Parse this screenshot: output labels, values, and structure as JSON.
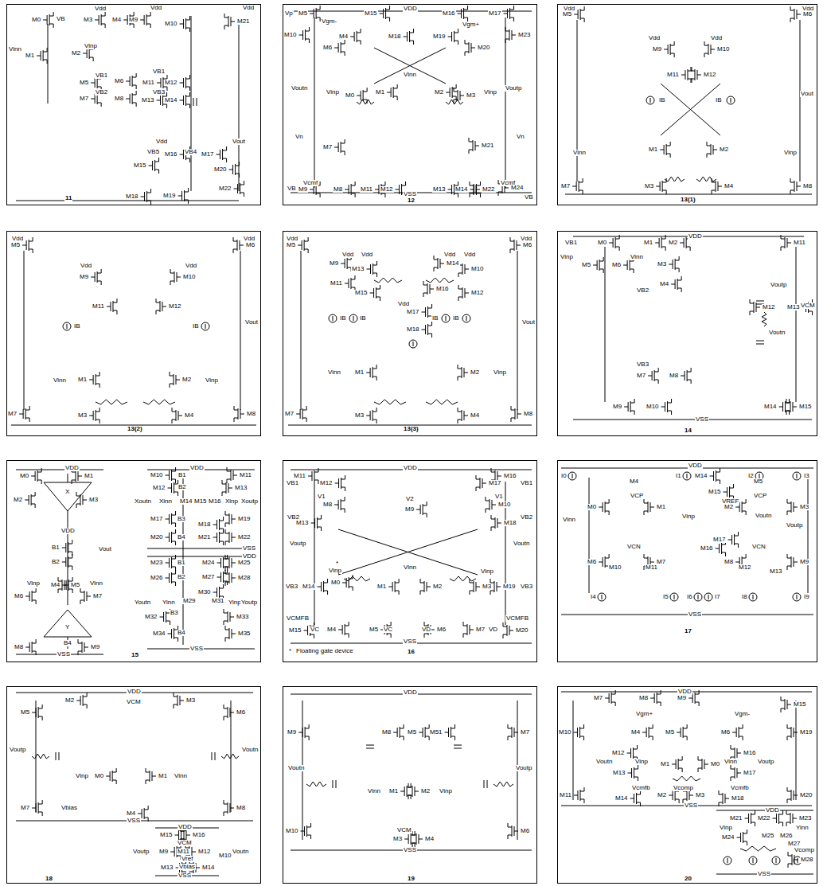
{
  "diagram": {
    "nodes": [
      {
        "text": [
          "11"
        ]
      },
      {
        "text": [
          "12"
        ]
      },
      {
        "text": [
          "13(1)"
        ]
      },
      {
        "text": [
          "13(2)"
        ]
      },
      {
        "text": [
          "13(3)"
        ]
      },
      {
        "text": [
          "14"
        ]
      },
      {
        "text": [
          "15"
        ]
      },
      {
        "text": [
          "16"
        ]
      },
      {
        "text": [
          "17"
        ]
      },
      {
        "text": [
          "18"
        ]
      },
      {
        "text": [
          "19"
        ]
      },
      {
        "text": [
          "20"
        ]
      }
    ],
    "labels": [
      "Vdd",
      "M0",
      "VB",
      "M3",
      "M4",
      "Vdd",
      "M9",
      "M10",
      "Vdd",
      "M21",
      "Vinn",
      "M1",
      "M2",
      "Vinp",
      "M5",
      "VB1",
      "M6",
      "M7",
      "VB2",
      "M8",
      "M11",
      "VB1",
      "M12",
      "M13",
      "VB3",
      "M14",
      "Vout",
      "Vdd",
      "VB5",
      "M16",
      "VB4",
      "M17",
      "M15",
      "M20",
      "M22",
      "M18",
      "M19",
      "VDD",
      "Vp",
      "M5",
      "Vgm-",
      "M15",
      "M16",
      "M17",
      "M10",
      "M4",
      "M18",
      "Vgm+",
      "M19",
      "M23",
      "M6",
      "M20",
      "Vinn",
      "Voutn",
      "Vinp",
      "M0",
      "M1",
      "M2",
      "M3",
      "Vinp",
      "Voutp",
      "Vn",
      "M7",
      "M21",
      "Vn",
      "Vcmf",
      "VB",
      "M9",
      "M8",
      "M11",
      "M12",
      "M13",
      "M14",
      "M22",
      "Vcmf",
      "M24",
      "VB",
      "VSS",
      "Vdd",
      "M5",
      "Vdd",
      "M6",
      "Vdd",
      "M9",
      "Vdd",
      "M10",
      "M11",
      "M12",
      "IB",
      "IB",
      "Vout",
      "Vinn",
      "M1",
      "M2",
      "Vinp",
      "M7",
      "M3",
      "M4",
      "M8",
      "Vdd",
      "M5",
      "Vdd",
      "M6",
      "Vdd",
      "M9",
      "Vdd",
      "M10",
      "M11",
      "M12",
      "IB",
      "IB",
      "Vout",
      "Vinn",
      "M1",
      "M2",
      "Vinp",
      "M7",
      "M3",
      "M4",
      "M8",
      "Vdd",
      "M5",
      "Vdd",
      "M6",
      "Vdd",
      "Vdd",
      "Vdd",
      "Vdd",
      "M9",
      "M13",
      "M14",
      "M10",
      "M11",
      "M15",
      "M16",
      "M12",
      "IB",
      "IB",
      "IB",
      "IB",
      "Vdd",
      "M17",
      "M18",
      "Vout",
      "Vinn",
      "M1",
      "M2",
      "Vinp",
      "M7",
      "M3",
      "M4",
      "M8",
      "VDD",
      "VB1",
      "M0",
      "M1",
      "M2",
      "M11",
      "Vinp",
      "M5",
      "M6",
      "Vinn",
      "M3",
      "VB2",
      "M4",
      "Voutp",
      "M12",
      "M13",
      "VCM",
      "Voutn",
      "VB3",
      "M7",
      "M8",
      "M9",
      "M10",
      "M14",
      "M15",
      "VSS",
      "VDD",
      "M0",
      "M1",
      "X",
      "M2",
      "M3",
      "VDD",
      "B1",
      "B2",
      "Vout",
      "Vinp",
      "M4",
      "M5",
      "Vinn",
      "M6",
      "M7",
      "Y",
      "B4",
      "M8",
      "M9",
      "VSS",
      "VDD",
      "M10",
      "B1",
      "M11",
      "M12",
      "B2",
      "M13",
      "Xoutn",
      "Xinn",
      "M14",
      "M15",
      "M16",
      "Xinp",
      "Xoutp",
      "M17",
      "B3",
      "M18",
      "M19",
      "M20",
      "B4",
      "M21",
      "M22",
      "VSS",
      "VDD",
      "M23",
      "B1",
      "M24",
      "M25",
      "M26",
      "B2",
      "M27",
      "M28",
      "M30",
      "Youtn",
      "Yinn",
      "M29",
      "M31",
      "Yinp",
      "Youtp",
      "M32",
      "B3",
      "M33",
      "M34",
      "B4",
      "M35",
      "VSS",
      "VDD",
      "M11",
      "VB1",
      "M12",
      "M16",
      "M17",
      "VB1",
      "V1",
      "M8",
      "V2",
      "M9",
      "V1",
      "M10",
      "VB2",
      "M13",
      "M18",
      "VB2",
      "Voutp",
      "Voutn",
      "*",
      "Vinp",
      "Vinn",
      "Vinp",
      "VB3",
      "M14",
      "M0",
      "M1",
      "M2",
      "M3",
      "M19",
      "VB3",
      "VCMFB",
      "VCMFB",
      "M15",
      "VC",
      "M4",
      "M5",
      "VC",
      "VD",
      "M6",
      "M7",
      "VD",
      "M20",
      "VSS",
      "*",
      "Floating gate device",
      "VDD",
      "I0",
      "I1",
      "M14",
      "I2",
      "I3",
      "M4",
      "VCP",
      "M5",
      "VCP",
      "M15",
      "VREF",
      "M0",
      "Vinn",
      "M1",
      "Vinp",
      "M2",
      "Voutn",
      "Voutp",
      "M3",
      "M17",
      "VCN",
      "M16",
      "VCN",
      "M6",
      "M7",
      "M8",
      "M9",
      "M10",
      "M11",
      "M12",
      "M13",
      "I4",
      "I5",
      "I6",
      "I7",
      "I8",
      "I9",
      "VSS",
      "VDD",
      "M2",
      "VCM",
      "M3",
      "M5",
      "M6",
      "Voutp",
      "Voutn",
      "Vinp",
      "M0",
      "M1",
      "Vinn",
      "Vbias",
      "M4",
      "M7",
      "M8",
      "VSS",
      "VDD",
      "M15",
      "M16",
      "VCM",
      "Voutp",
      "M9",
      "M11",
      "M12",
      "Voutn",
      "Vref",
      "M10",
      "Vbias",
      "M13",
      "M14",
      "VSS",
      "VDD",
      "M9",
      "M8",
      "M5",
      "M51",
      "M7",
      "Voutn",
      "Voutp",
      "Vinn",
      "M1",
      "M2",
      "Vinp",
      "VCM",
      "M10",
      "M6",
      "M3",
      "M4",
      "VSS",
      "VDD",
      "M7",
      "M8",
      "M9",
      "M15",
      "Vgm+",
      "Vgm-",
      "M10",
      "M4",
      "M5",
      "M6",
      "M19",
      "M12",
      "M16",
      "Voutn",
      "Vinp",
      "M1",
      "M0",
      "Vinn",
      "Voutp",
      "M13",
      "M17",
      "Vcmfb",
      "Vcomp",
      "Vcmfb",
      "M11",
      "M2",
      "M3",
      "M20",
      "M14",
      "M18",
      "VSS",
      "VDD",
      "M21",
      "M22",
      "M23",
      "Vinp",
      "Yinn",
      "M24",
      "M25",
      "M26",
      "M27",
      "Vcomp",
      "M28",
      "VSS"
    ]
  }
}
